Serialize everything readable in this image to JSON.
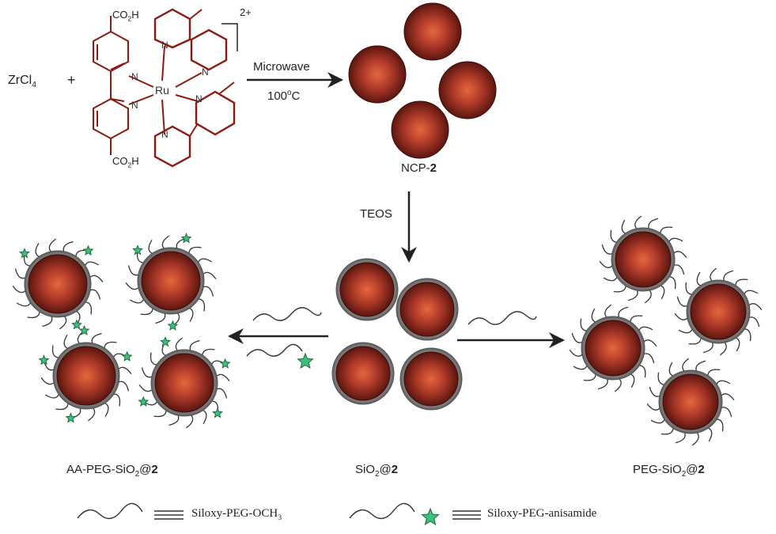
{
  "reactants": {
    "zrcl4": {
      "main": "ZrCl",
      "sub": "4"
    },
    "plus": "+",
    "complex": {
      "cooh_top": {
        "pre": "CO",
        "sub": "2",
        "post": "H"
      },
      "cooh_bottom": {
        "pre": "CO",
        "sub": "2",
        "post": "H"
      },
      "metal": "Ru",
      "nitrogen": "N",
      "charge": "2+"
    }
  },
  "steps": {
    "microwave": "Microwave",
    "temperature": {
      "value": "100",
      "sup": "o",
      "unit": "C"
    },
    "teos": "TEOS"
  },
  "products": {
    "ncp": {
      "prefix": "NCP-",
      "bold": "2"
    },
    "sio2": {
      "pre": "SiO",
      "sub": "2",
      "post": "@",
      "bold": "2"
    },
    "peg": {
      "pre": "PEG-SiO",
      "sub": "2",
      "post": "@",
      "bold": "2"
    },
    "aa_peg": {
      "pre": "AA-PEG-SiO",
      "sub": "2",
      "post": "@",
      "bold": "2"
    }
  },
  "legend": {
    "peg_och3": {
      "pre": "Siloxy-PEG-OCH",
      "sub": "3"
    },
    "peg_anisamide": "Siloxy-PEG-anisamide",
    "equiv_symbol": "≡"
  },
  "colors": {
    "complex": "#8b1a10",
    "particle_core": "#e4683c",
    "particle_mid": "#b03a2a",
    "particle_edge": "#4a0f0a",
    "silica_shell": "#8a8a8a",
    "star": "#3cc07a",
    "arrow": "#222222"
  }
}
